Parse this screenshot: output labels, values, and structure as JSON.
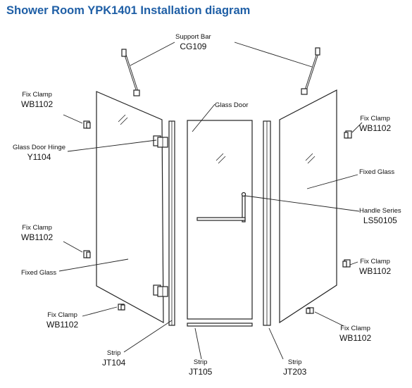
{
  "title": "Shower Room YPK1401 Installation diagram",
  "colors": {
    "title": "#1f5fa6",
    "line": "#222222",
    "fill": "#ffffff"
  },
  "labels": {
    "support_bar": {
      "name": "Support Bar",
      "code": "CG109"
    },
    "fix_clamp_left_top": {
      "name": "Fix Clamp",
      "code": "WB1102"
    },
    "glass_door_hinge": {
      "name": "Glass Door Hinge",
      "code": "Y1104"
    },
    "fix_clamp_left_mid": {
      "name": "Fix Clamp",
      "code": "WB1102"
    },
    "fixed_glass_left": {
      "name": "Fixed Glass"
    },
    "fix_clamp_left_bottom": {
      "name": "Fix Clamp",
      "code": "WB1102"
    },
    "strip_left": {
      "name": "Strip",
      "code": "JT104"
    },
    "glass_door": {
      "name": "Glass Door"
    },
    "strip_center": {
      "name": "Strip",
      "code": "JT105"
    },
    "strip_right": {
      "name": "Strip",
      "code": "JT203"
    },
    "fix_clamp_right_top": {
      "name": "Fix Clamp",
      "code": "WB1102"
    },
    "fixed_glass_right": {
      "name": "Fixed Glass"
    },
    "handle_series": {
      "name": "Handle Series",
      "code": "LS50105"
    },
    "fix_clamp_right_mid": {
      "name": "Fix Clamp",
      "code": "WB1102"
    },
    "fix_clamp_right_bottom": {
      "name": "Fix Clamp",
      "code": "WB1102"
    }
  }
}
